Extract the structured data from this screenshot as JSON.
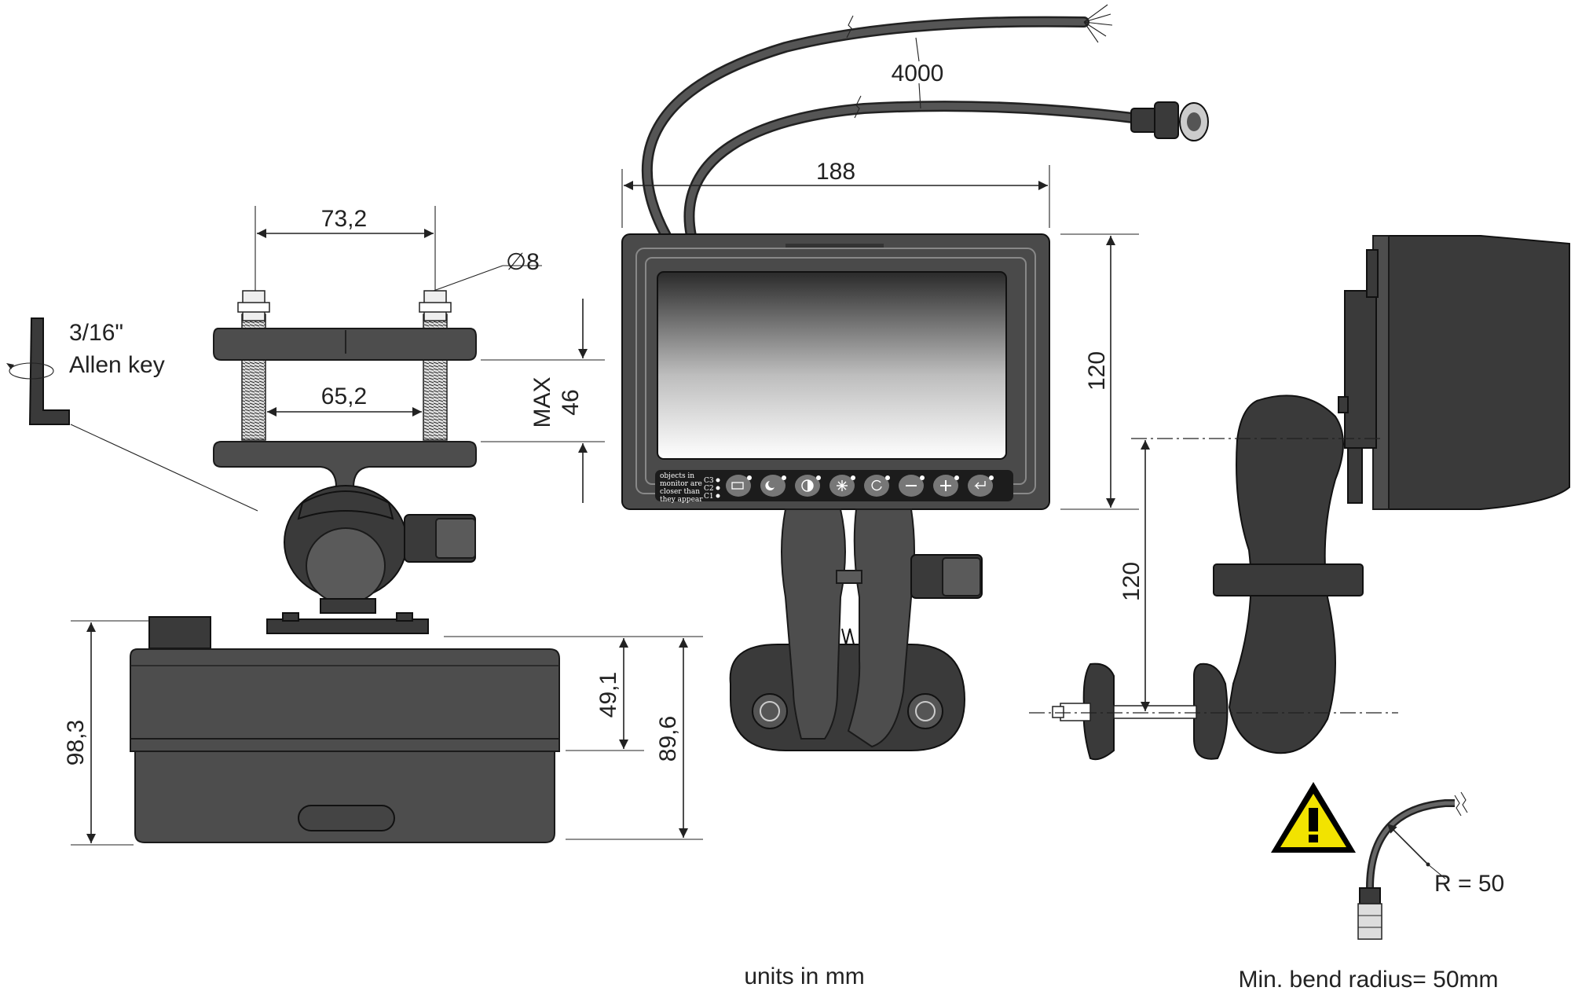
{
  "dimensions": {
    "bracket_outer_width": "73,2",
    "bolt_diameter": "∅8",
    "bracket_inner_width": "65,2",
    "clamp_max_label": "MAX",
    "clamp_max_value": "46",
    "monitor_width": "188",
    "cable_length": "4000",
    "monitor_height": "120",
    "mount_offset": "120",
    "base_height_total": "98,3",
    "base_height_a": "49,1",
    "base_height_b": "89,6",
    "bend_radius": "R = 50"
  },
  "allen_key": {
    "size": "3/16\"",
    "name": "Allen key"
  },
  "monitor_label": {
    "line1": "objects  in",
    "line2": "monitor are",
    "line3": "closer  than",
    "line4": "they appear",
    "c3": "C3",
    "c2": "C2",
    "c1": "C1"
  },
  "footer": {
    "units": "units in mm",
    "bend_note": "Min. bend radius= 50mm"
  },
  "icons": [
    "warning-triangle-icon",
    "rotate-arrow-icon",
    "monitor-button-icons"
  ],
  "colors": {
    "warning_yellow": "#f2e300",
    "body_gray": "#4d4d4d"
  }
}
